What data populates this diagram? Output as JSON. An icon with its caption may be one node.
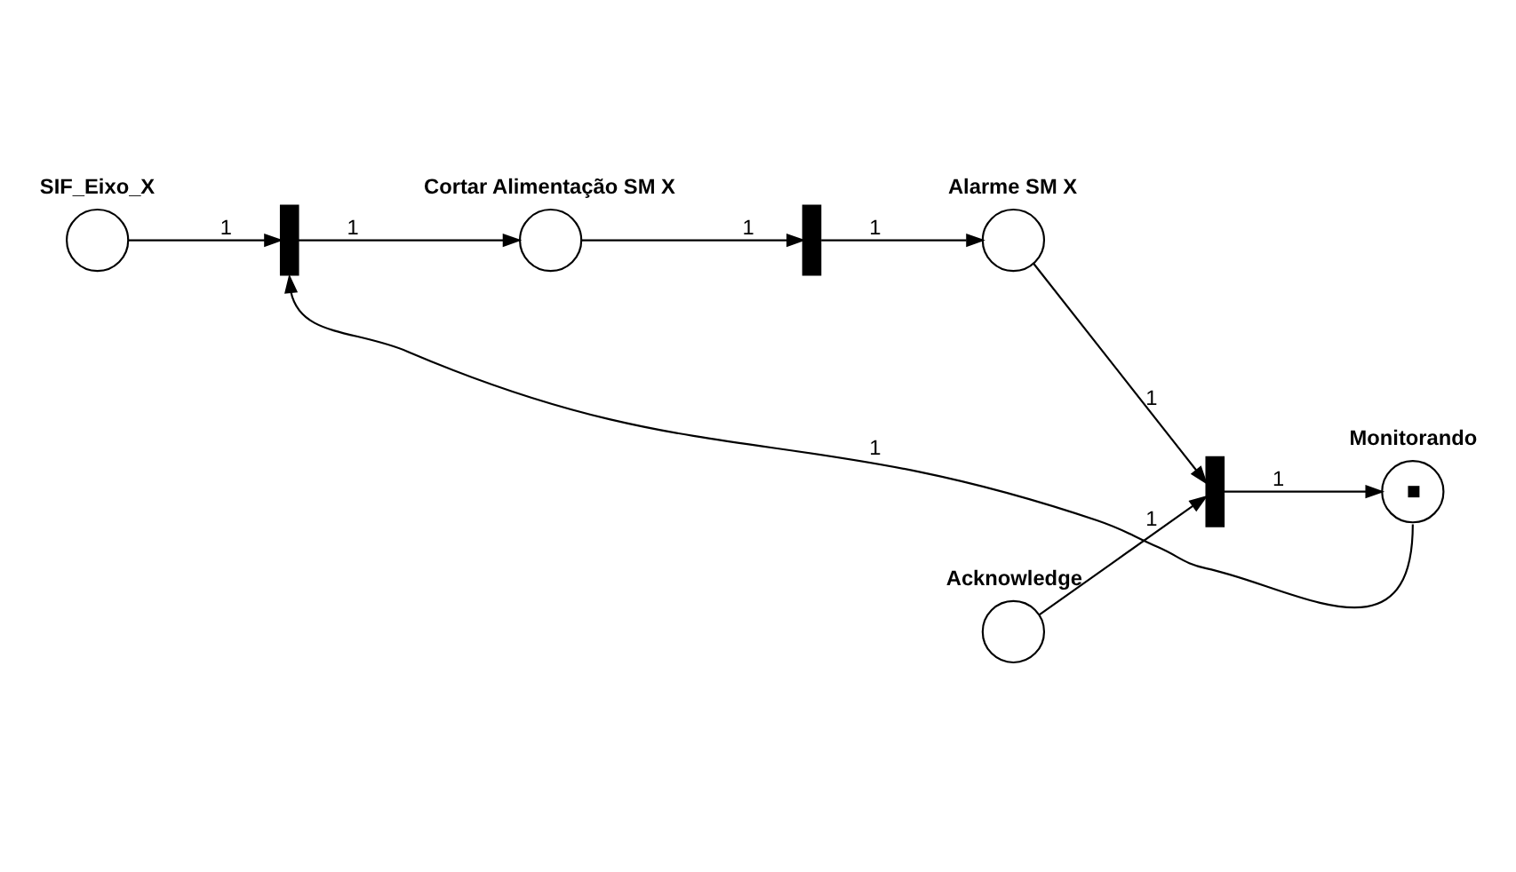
{
  "diagram": {
    "nodes": [
      {
        "text": [
          "SIF_Eixo_X"
        ]
      },
      {
        "text": [],
        "shape": "bar"
      },
      {
        "text": [
          "Cortar Alimentação SM X"
        ]
      },
      {
        "text": [],
        "shape": "bar"
      },
      {
        "text": [
          "Alarme SM X"
        ]
      },
      {
        "text": [
          "Acknowledge"
        ]
      },
      {
        "text": [],
        "shape": "bar"
      },
      {
        "text": [
          "Monitorando"
        ]
      }
    ],
    "edges": [
      {
        "from": 0,
        "to": 1,
        "arrow": "to",
        "label": "1"
      },
      {
        "from": 1,
        "to": 2,
        "arrow": "to",
        "label": "1"
      },
      {
        "from": 2,
        "to": 3,
        "arrow": "to",
        "label": "1"
      },
      {
        "from": 3,
        "to": 4,
        "arrow": "to",
        "label": "1"
      },
      {
        "from": 4,
        "to": 6,
        "arrow": "to",
        "label": "1"
      },
      {
        "from": 5,
        "to": 6,
        "arrow": "to",
        "label": "1"
      },
      {
        "from": 6,
        "to": 7,
        "arrow": "to",
        "label": "1"
      },
      {
        "from": 7,
        "to": 1,
        "arrow": "to",
        "label": "1"
      }
    ]
  }
}
